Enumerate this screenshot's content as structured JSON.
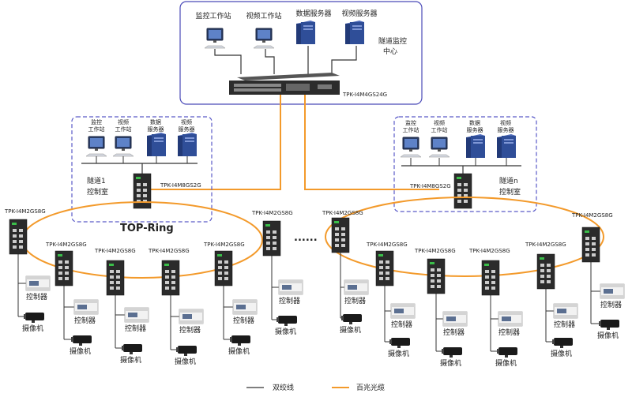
{
  "center": {
    "stations": [
      "监控工作站",
      "视频工作站",
      "数据服务器",
      "视频服务器"
    ],
    "label_line1": "隧道监控",
    "label_line2": "中心",
    "core_switch": "TPK-I4M4GS24G"
  },
  "tunnel1": {
    "stations": [
      [
        "监控",
        "工作站"
      ],
      [
        "视频",
        "工作站"
      ],
      [
        "数据",
        "服务器"
      ],
      [
        "视频",
        "服务器"
      ]
    ],
    "label_line1": "隧道1",
    "label_line2": "控制室",
    "switch": "TPK-I4M8GS2G",
    "ring": "TOP-Ring"
  },
  "tunneln": {
    "stations": [
      [
        "监控",
        "工作站"
      ],
      [
        "视频",
        "工作站"
      ],
      [
        "数据",
        "服务器"
      ],
      [
        "视频",
        "服务器"
      ]
    ],
    "label_line1": "隧道n",
    "label_line2": "控制室",
    "switch": "TPK-I4M8GS2G"
  },
  "node_switch": "TPK-I4M2GS8G",
  "controller": "控制器",
  "camera": "摄像机",
  "ellipsis": "......",
  "legend": {
    "twisted_pair": "双绞线",
    "fiber": "百兆光缆"
  },
  "colors": {
    "fiber": "#f39a2b",
    "frame": "#5a5ac8",
    "cable": "#333333"
  }
}
